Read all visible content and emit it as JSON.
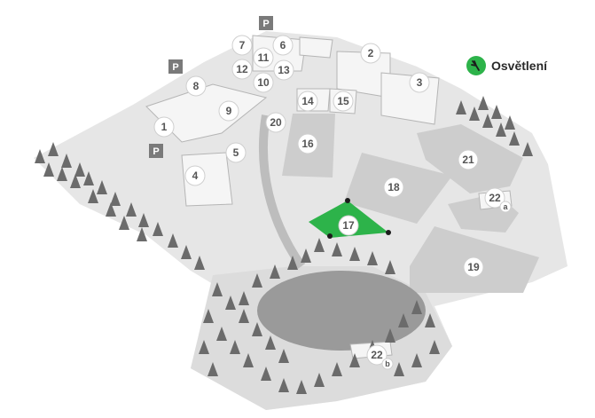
{
  "legend": {
    "label": "Osvětlení",
    "icon": "floodlight-icon",
    "color": "#2db34a"
  },
  "parking": {
    "label": "P"
  },
  "markers": [
    {
      "id": "m1",
      "label": "1"
    },
    {
      "id": "m2",
      "label": "2"
    },
    {
      "id": "m3",
      "label": "3"
    },
    {
      "id": "m4",
      "label": "4"
    },
    {
      "id": "m5",
      "label": "5"
    },
    {
      "id": "m6",
      "label": "6"
    },
    {
      "id": "m7",
      "label": "7"
    },
    {
      "id": "m8",
      "label": "8"
    },
    {
      "id": "m9",
      "label": "9"
    },
    {
      "id": "m10",
      "label": "10"
    },
    {
      "id": "m11",
      "label": "11"
    },
    {
      "id": "m12",
      "label": "12"
    },
    {
      "id": "m13",
      "label": "13"
    },
    {
      "id": "m14",
      "label": "14"
    },
    {
      "id": "m15",
      "label": "15"
    },
    {
      "id": "m16",
      "label": "16"
    },
    {
      "id": "m17",
      "label": "17"
    },
    {
      "id": "m18",
      "label": "18"
    },
    {
      "id": "m19",
      "label": "19"
    },
    {
      "id": "m20",
      "label": "20"
    },
    {
      "id": "m21",
      "label": "21"
    },
    {
      "id": "m22a",
      "label": "22",
      "sub": "a"
    },
    {
      "id": "m22b",
      "label": "22",
      "sub": "b"
    }
  ],
  "colors": {
    "ground": "#e6e6e6",
    "field": "#cdcdcd",
    "tree": "#6b6b6b",
    "highlight": "#2db34a",
    "parking": "#7a7a7a"
  }
}
